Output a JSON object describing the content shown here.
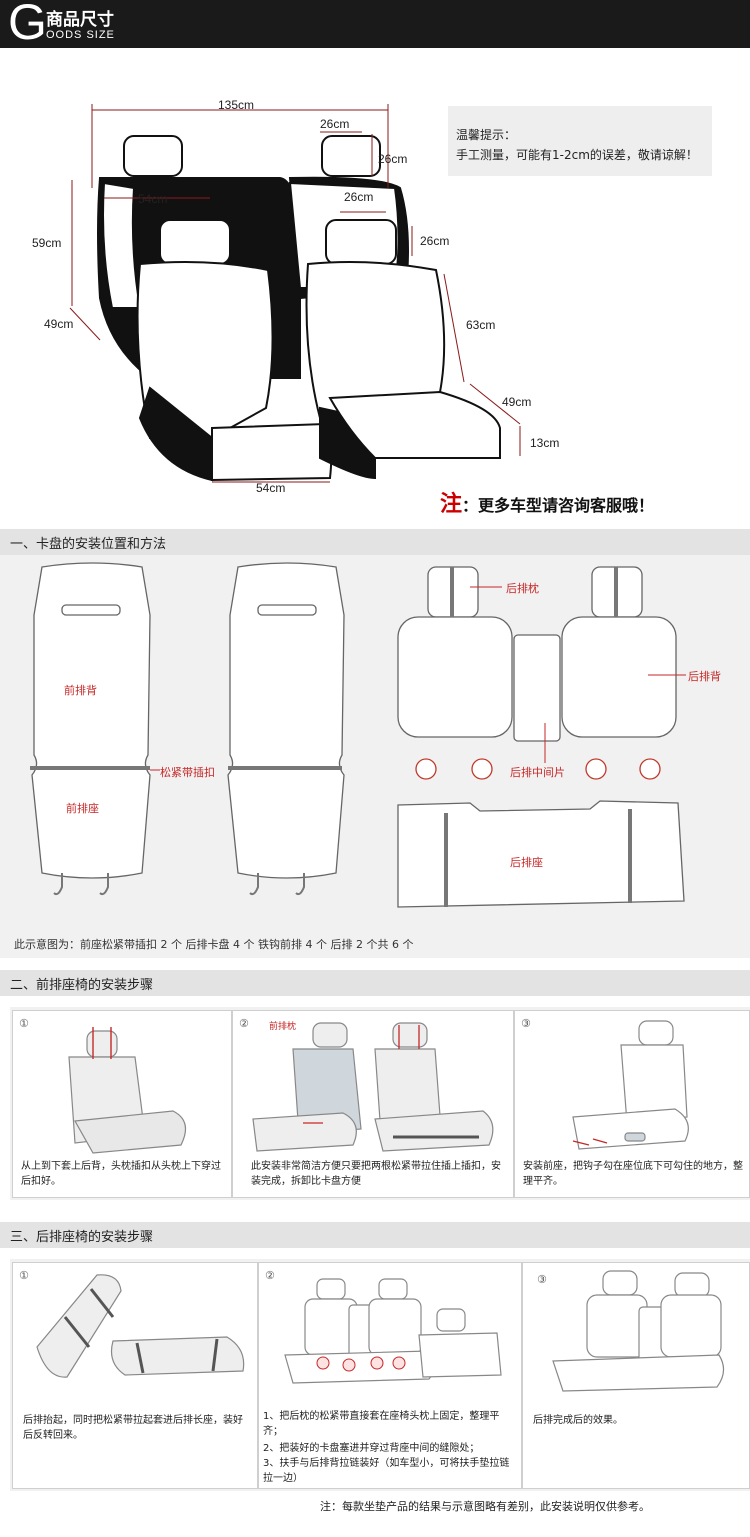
{
  "header": {
    "letter": "G",
    "title": "商品尺寸",
    "subtitle": "OODS SIZE"
  },
  "dimensions": {
    "d135": "135cm",
    "d26a": "26cm",
    "d26b": "26cm",
    "d54a": "54cm",
    "d26c": "26cm",
    "d59": "59cm",
    "d26d": "26cm",
    "d63": "63cm",
    "d49a": "49cm",
    "d49b": "49cm",
    "d13": "13cm",
    "d54b": "54cm"
  },
  "tip": {
    "title": "温馨提示：",
    "text": "手工测量，可能有1-2cm的误差，敬请谅解！"
  },
  "note": {
    "mark": "注",
    "text": "：更多车型请咨询客服哦！"
  },
  "section1": {
    "title": "一、卡盘的安装位置和方法",
    "front_back": "前排背",
    "front_seat": "前排座",
    "strap": "松紧带插扣",
    "rear_headrest": "后排枕",
    "rear_back": "后排背",
    "rear_middle": "后排中间片",
    "rear_seat": "后排座",
    "summary": "此示意图为：前座松紧带插扣 2 个    后排卡盘 4 个    铁钩前排 4 个 后排 2 个共 6 个"
  },
  "section2": {
    "title": "二、前排座椅的安装步骤",
    "steps": [
      {
        "num": "①",
        "text": "从上到下套上后背，头枕插扣从头枕上下穿过后扣好。"
      },
      {
        "num": "②",
        "label": "前排枕",
        "text": "此安装非常简洁方便只要把两根松紧带拉住插上插扣，安装完成，拆卸比卡盘方便"
      },
      {
        "num": "③",
        "text": "安装前座，把钩子勾在座位底下可勾住的地方，整理平齐。"
      }
    ]
  },
  "section3": {
    "title": "三、后排座椅的安装步骤",
    "steps": [
      {
        "num": "①",
        "text": "后排抬起，同时把松紧带拉起套进后排长座，装好后反转回来。"
      },
      {
        "num": "②",
        "lines": [
          "1、把后枕的松紧带直接套在座椅头枕上固定，整理平齐；",
          "2、把装好的卡盘塞进并穿过背座中间的缝隙处；",
          "3、扶手与后排背拉链装好（如车型小，可将扶手垫拉链拉一边）"
        ]
      },
      {
        "num": "③",
        "text": "后排完成后的效果。"
      }
    ]
  },
  "footer": "注：每款坐垫产品的结果与示意图略有差别，此安装说明仅供参考。",
  "colors": {
    "header_bg": "#1a1a1a",
    "red": "#c62828",
    "section_bg": "#e3e3e3"
  }
}
